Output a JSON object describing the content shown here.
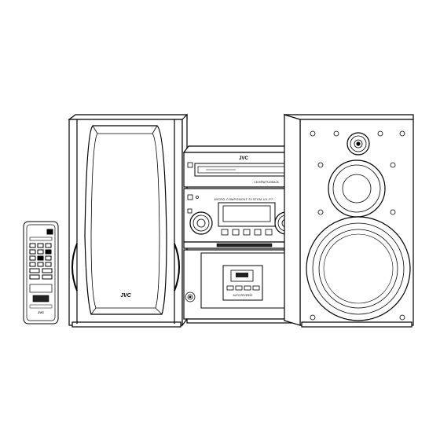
{
  "brand": {
    "main_logo": "JVC",
    "left_speaker_logo": "JVC",
    "remote_logo": "JVC"
  },
  "cd_section": {
    "label": "CD-R/RW PLAYBACK"
  },
  "tuner_section": {
    "system_name": "MICRO COMPONENT SYSTEM UX-P7"
  },
  "cassette_section": {
    "label": "AUTO REVERSE"
  },
  "icons": [
    "standby-icon",
    "open-close-icon",
    "eject-icon",
    "headphone-jack-icon"
  ],
  "colors": {
    "line": "#000000",
    "background": "#ffffff",
    "panel_dark": "#222222"
  }
}
